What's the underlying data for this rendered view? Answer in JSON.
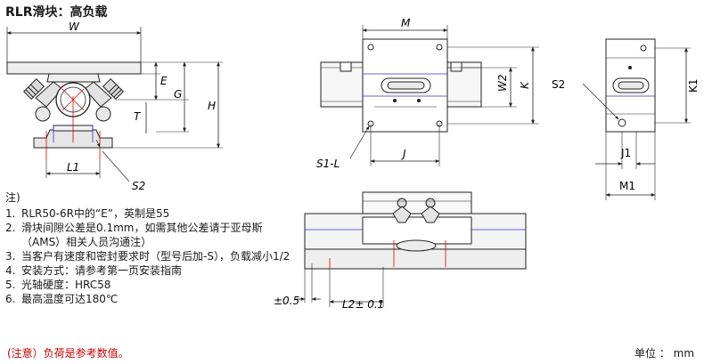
{
  "title": "RLR滑块：高负载",
  "dims": {
    "W": "W",
    "E": "E",
    "G": "G",
    "H": "H",
    "T": "T",
    "L1": "L1",
    "S2": "S2",
    "M": "M",
    "W2": "W2",
    "K": "K",
    "S1L": "S1-L",
    "J": "J",
    "S2_side": "S2",
    "K1": "K1",
    "J1": "J1",
    "M1": "M1",
    "tol": "±0.5",
    "L2": "L2± 0.1"
  },
  "notes": {
    "heading": "注)",
    "items": [
      {
        "num": "1.",
        "text": "RLR50-6R中的“E”，英制是55"
      },
      {
        "num": "2.",
        "text": "滑块间隙公差是0.1mm，如需其他公差请于亚母斯（AMS）相关人员沟通注）"
      },
      {
        "num": "3.",
        "text": "当客户有速度和密封要求时（型号后加-S），负载减小1/2"
      },
      {
        "num": "4.",
        "text": "安装方式：请参考第一页安装指南"
      },
      {
        "num": "5.",
        "text": "光轴硬度：HRC58"
      },
      {
        "num": "6.",
        "text": "最高温度可达180℃"
      }
    ]
  },
  "caution": "(注意）负荷是参考数值。",
  "unit": "单位 ： mm"
}
